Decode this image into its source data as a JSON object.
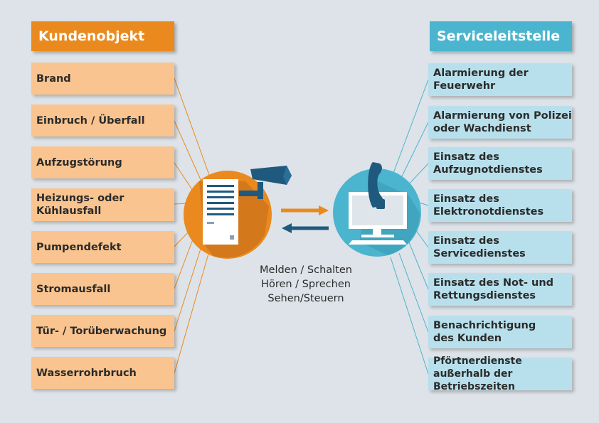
{
  "left_panel": {
    "title": "Kundenobjekt",
    "items": [
      {
        "label": "Brand"
      },
      {
        "label": "Einbruch / Überfall"
      },
      {
        "label": "Aufzugstörung"
      },
      {
        "label": "Heizungs- oder Kühlausfall"
      },
      {
        "label": "Pumpendefekt"
      },
      {
        "label": "Stromausfall"
      },
      {
        "label": "Tür- / Torüberwachung"
      },
      {
        "label": "Wasserrohrbruch"
      }
    ]
  },
  "right_panel": {
    "title": "Serviceleitstelle",
    "items": [
      {
        "label": "Alarmierung der Feuerwehr"
      },
      {
        "label": "Alarmierung von Polizei oder Wachdienst"
      },
      {
        "label": "Einsatz des Aufzugnotdienstes"
      },
      {
        "label": "Einsatz des Elektronotdienstes"
      },
      {
        "label": "Einsatz des Servicedienstes"
      },
      {
        "label": "Einsatz des Not- und Rettungsdienstes"
      },
      {
        "label": "Benachrichtigung des Kunden"
      },
      {
        "label": "Pförtnerdienste außerhalb der Betriebszeiten"
      }
    ]
  },
  "center": {
    "line1": "Melden / Schalten",
    "line2": "Hören / Sprechen",
    "line3": "Sehen/Steuern",
    "left_icons": [
      "server-icon",
      "camera-icon"
    ],
    "right_icons": [
      "phone-handset-icon",
      "monitor-icon",
      "keyboard-icon"
    ]
  },
  "colors": {
    "background": "#dde3e8",
    "orange": "#ea8a1e",
    "orange_light": "#f9c48f",
    "teal": "#4bb5cf",
    "teal_light": "#b8e0ec",
    "navy": "#1f5a7e"
  }
}
